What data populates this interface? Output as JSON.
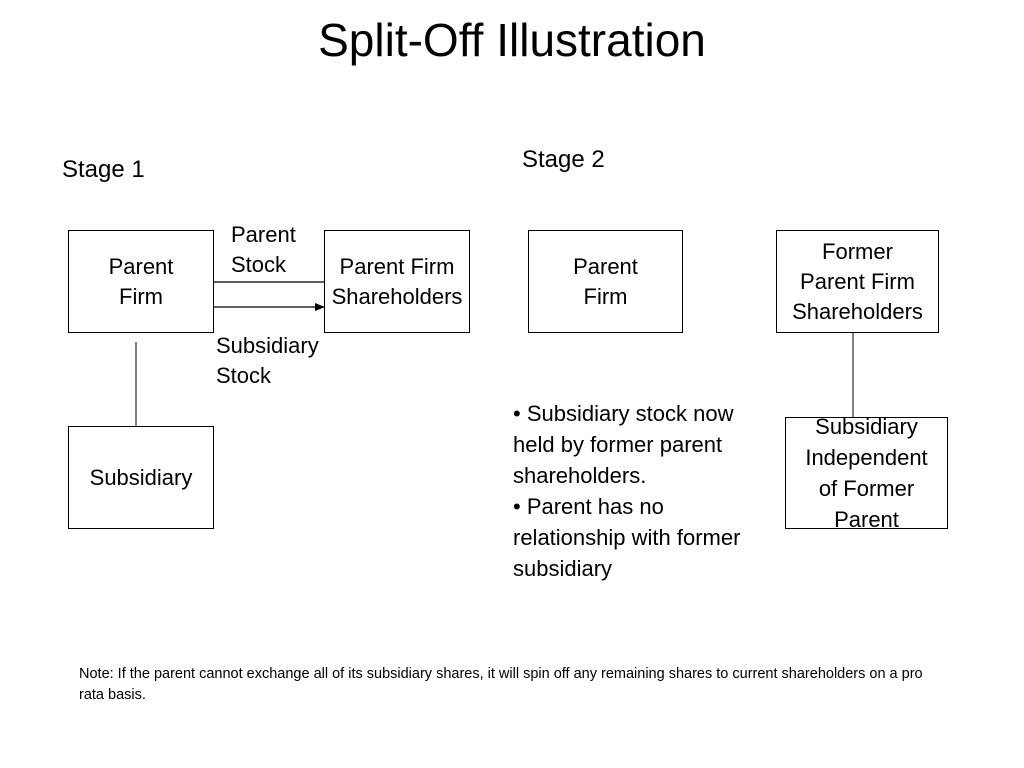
{
  "title": "Split-Off Illustration",
  "stage1": {
    "label": "Stage 1",
    "parent_firm": "Parent\nFirm",
    "shareholders": "Parent Firm\nShareholders",
    "subsidiary": "Subsidiary",
    "parent_stock_label": "Parent\nStock",
    "subsidiary_stock_label": "Subsidiary\nStock"
  },
  "stage2": {
    "label": "Stage 2",
    "parent_firm": "Parent\nFirm",
    "former_shareholders": "Former\nParent Firm\nShareholders",
    "independent_subsidiary": "Subsidiary\nIndependent\nof Former\nParent",
    "bullets": [
      "• Subsidiary stock now held by former parent shareholders.",
      "• Parent has no relationship with former subsidiary"
    ]
  },
  "note": "Note: If the parent cannot exchange all of its subsidiary shares, it will spin off any remaining shares to current shareholders on a pro rata basis."
}
